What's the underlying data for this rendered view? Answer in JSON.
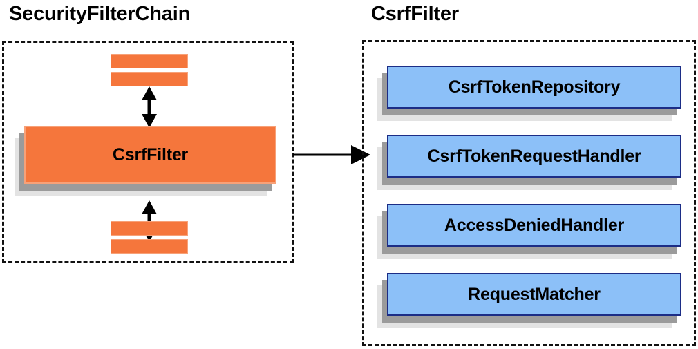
{
  "diagram": {
    "type": "architecture-block-diagram",
    "background_color": "#ffffff",
    "colors": {
      "orange_fill": "#f5763c",
      "orange_border": "#f7a178",
      "blue_fill": "#8cc0f8",
      "blue_border": "#1c2d86",
      "shadow_near": "#9b9b9b",
      "shadow_far": "#e3e3e3",
      "panel_border": "#111111",
      "text": "#000000"
    }
  },
  "panels": [
    {
      "id": "security-filter-chain",
      "title": "SecurityFilterChain",
      "border_style": "dashed"
    },
    {
      "id": "csrf-filter",
      "title": "CsrfFilter",
      "border_style": "dashed"
    }
  ],
  "left_panel": {
    "title": "SecurityFilterChain",
    "filter_bars_top": [
      {
        "index": 1,
        "label": ""
      },
      {
        "index": 2,
        "label": ""
      }
    ],
    "highlighted_filter": {
      "label": "CsrfFilter"
    },
    "filter_bars_bottom": [
      {
        "index": 3,
        "label": ""
      },
      {
        "index": 4,
        "label": ""
      }
    ],
    "connectors": [
      {
        "id": "top-link",
        "kind": "double-headed-vertical-arrow"
      },
      {
        "id": "bottom-link",
        "kind": "double-headed-vertical-arrow"
      }
    ]
  },
  "right_panel": {
    "title": "CsrfFilter",
    "collaborators": [
      {
        "index": 0,
        "label": "CsrfTokenRepository"
      },
      {
        "index": 1,
        "label": "CsrfTokenRequestHandler"
      },
      {
        "index": 2,
        "label": "AccessDeniedHandler"
      },
      {
        "index": 3,
        "label": "RequestMatcher"
      }
    ]
  },
  "cross_panel_connector": {
    "id": "csrf-filter-expands-to",
    "kind": "single-headed-horizontal-arrow",
    "from": "CsrfFilter",
    "to": "CsrfFilter detail panel",
    "label": ""
  }
}
